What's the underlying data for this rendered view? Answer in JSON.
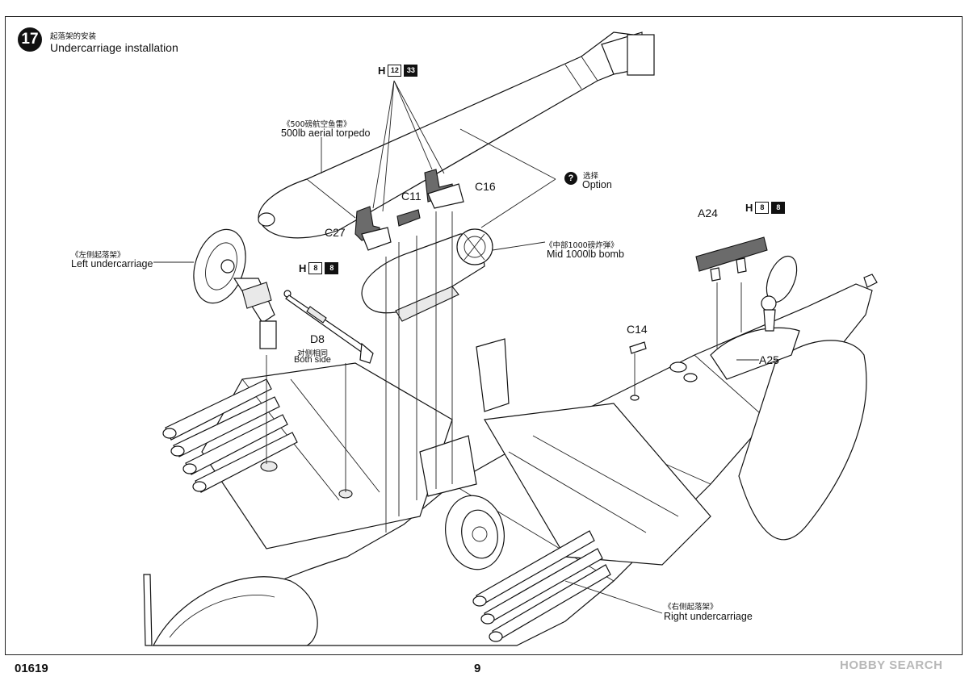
{
  "step": {
    "number": "17",
    "title_cn": "起落架的安装",
    "title_en": "Undercarriage installation"
  },
  "labels": {
    "torpedo_cn": "《500磅航空鱼雷》",
    "torpedo_en": "500lb aerial torpedo",
    "option_cn": "选择",
    "option_en": "Option",
    "option_icon": "?",
    "left_uc_cn": "《左侧起落架》",
    "left_uc_en": "Left undercarriage",
    "bomb_cn": "《中部1000磅炸弹》",
    "bomb_en": "Mid 1000lb bomb",
    "both_side_cn": "对侧相同",
    "both_side_en": "Both side",
    "right_uc_cn": "《右侧起落架》",
    "right_uc_en": "Right undercarriage"
  },
  "parts": {
    "c27": "C27",
    "c11": "C11",
    "c16": "C16",
    "d8": "D8",
    "c14": "C14",
    "a24": "A24",
    "a25": "A25"
  },
  "sprue_refs": {
    "top": {
      "letter": "H",
      "a": "12",
      "b": "33"
    },
    "left": {
      "letter": "H",
      "a": "8",
      "b": "8"
    },
    "right": {
      "letter": "H",
      "a": "8",
      "b": "8"
    }
  },
  "footer": {
    "code": "01619",
    "page": "9",
    "watermark": "HOBBY SEARCH"
  }
}
